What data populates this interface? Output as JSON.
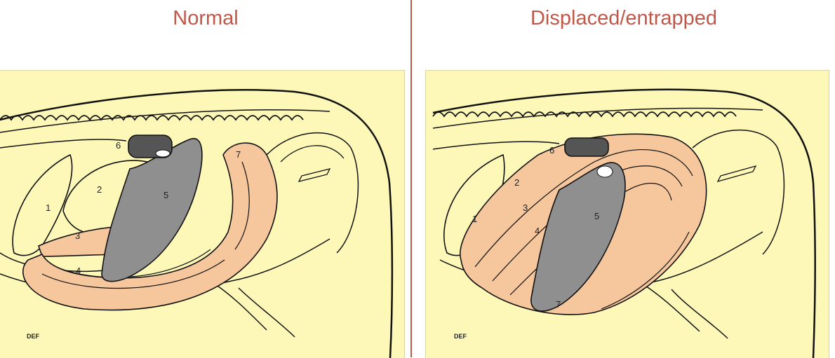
{
  "panels": [
    {
      "title": "Normal",
      "labels": [
        "1",
        "2",
        "3",
        "4",
        "5",
        "6",
        "7"
      ],
      "signature": "DEF"
    },
    {
      "title": "Displaced/entrapped",
      "labels": [
        "1",
        "2",
        "3",
        "4",
        "5",
        "6",
        "7"
      ],
      "signature": "DEF"
    }
  ],
  "colors": {
    "title": "#c0584a",
    "background": "#fdf8b7",
    "colon": "#f6c79d",
    "spleen": "#8f8f8f",
    "kidney": "#555555"
  }
}
